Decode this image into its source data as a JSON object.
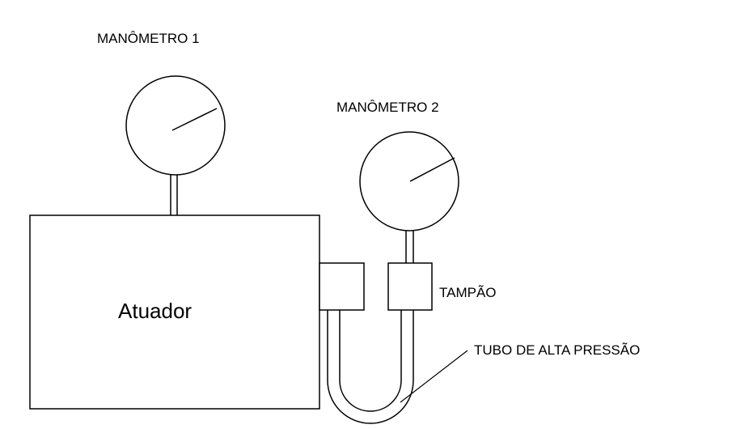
{
  "labels": {
    "gauge1": "MANÔMETRO 1",
    "gauge2": "MANÔMETRO 2",
    "actuator": "Atuador",
    "plug": "TAMPÃO",
    "tube": "TUBO DE ALTA PRESSÃO"
  },
  "colors": {
    "line": "#000000",
    "background": "#ffffff"
  }
}
